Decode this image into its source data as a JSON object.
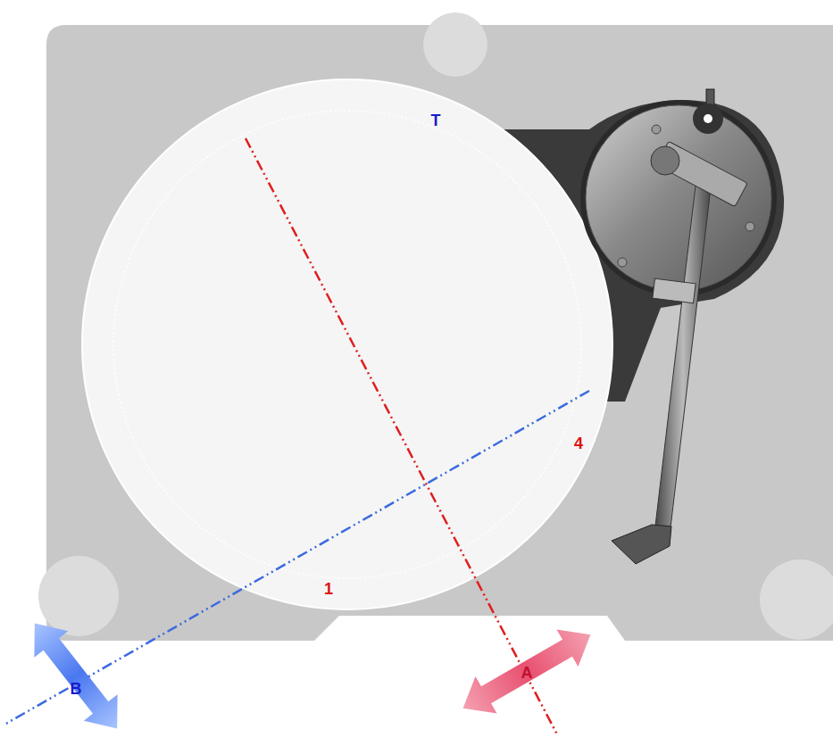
{
  "diagram": {
    "nodes": [
      {
        "text": [
          "A"
        ]
      },
      {
        "text": [
          "B"
        ]
      }
    ],
    "labels": [
      "T",
      "4",
      "1"
    ]
  }
}
